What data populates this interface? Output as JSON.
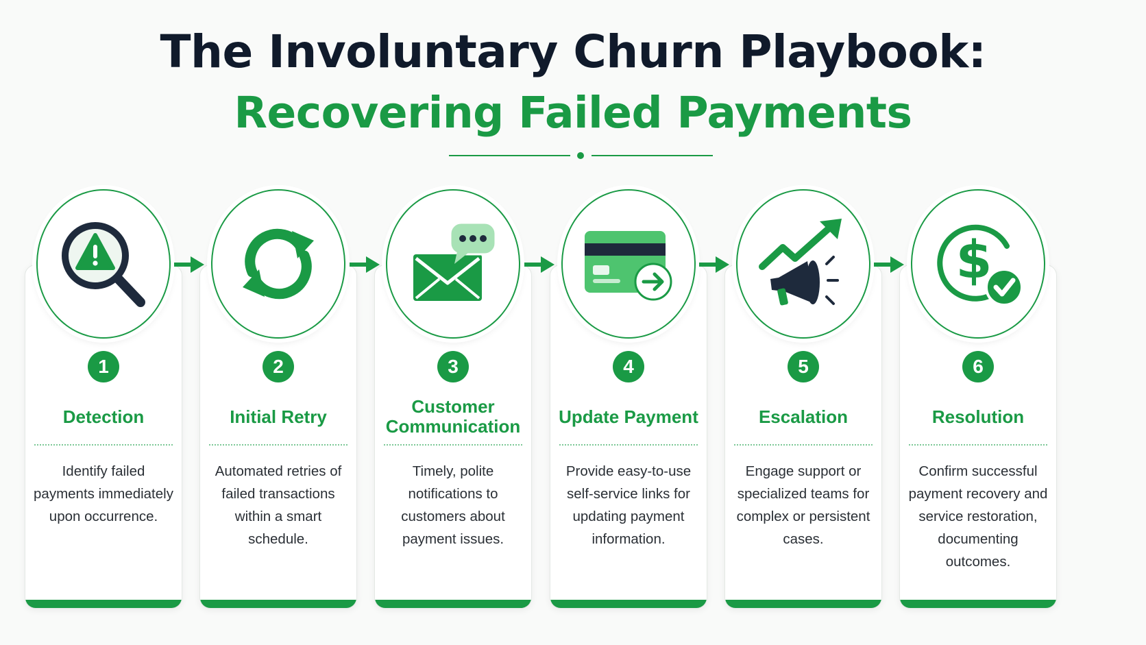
{
  "title": {
    "line1": "The Involuntary Churn Playbook:",
    "line2": "Recovering Failed Payments"
  },
  "colors": {
    "accent": "#1a9a45",
    "accent_light": "#4ec46f",
    "title_dark": "#101a2b",
    "icon_dark": "#1e2a3c"
  },
  "steps": [
    {
      "number": "1",
      "title": "Detection",
      "description": "Identify failed payments immediately upon occurrence.",
      "icon": "magnifier-alert-icon"
    },
    {
      "number": "2",
      "title": "Initial Retry",
      "description": "Automated retries of failed transactions within a smart schedule.",
      "icon": "retry-cycle-icon"
    },
    {
      "number": "3",
      "title": "Customer Communication",
      "description": "Timely, polite notifications to customers about payment issues.",
      "icon": "envelope-chat-icon"
    },
    {
      "number": "4",
      "title": "Update Payment",
      "description": "Provide easy-to-use self-service links for updating payment information.",
      "icon": "credit-card-arrow-icon"
    },
    {
      "number": "5",
      "title": "Escalation",
      "description": "Engage support or specialized teams for complex or persistent cases.",
      "icon": "megaphone-trend-icon"
    },
    {
      "number": "6",
      "title": "Resolution",
      "description": "Confirm successful payment recovery and service restoration, documenting outcomes.",
      "icon": "dollar-check-icon"
    }
  ]
}
